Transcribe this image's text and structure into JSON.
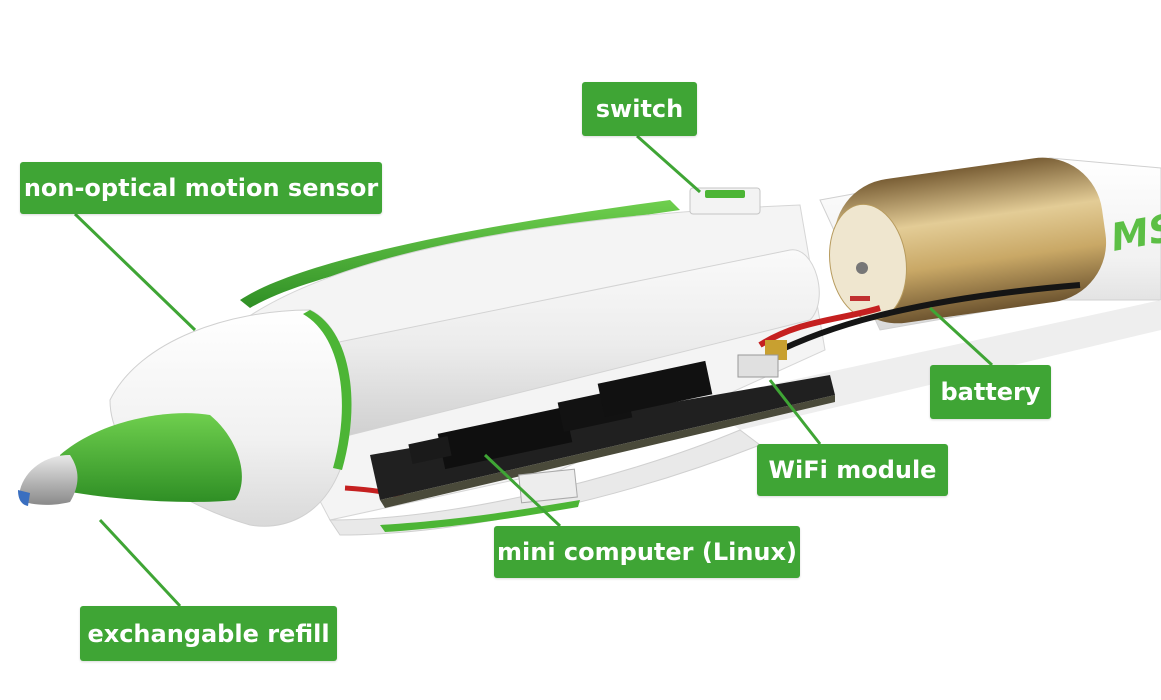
{
  "diagram": {
    "labels": {
      "switch": "switch",
      "motion_sensor": "non-optical motion sensor",
      "battery": "battery",
      "wifi_module": "WiFi module",
      "mini_computer": "mini computer (Linux)",
      "refill": "exchangable refill"
    },
    "colors": {
      "label_green": "#3fa535",
      "pen_green": "#4cb535",
      "board": "#1d1d1d",
      "battery_gold": "#c9a866"
    },
    "watermark_partial": "MS"
  }
}
